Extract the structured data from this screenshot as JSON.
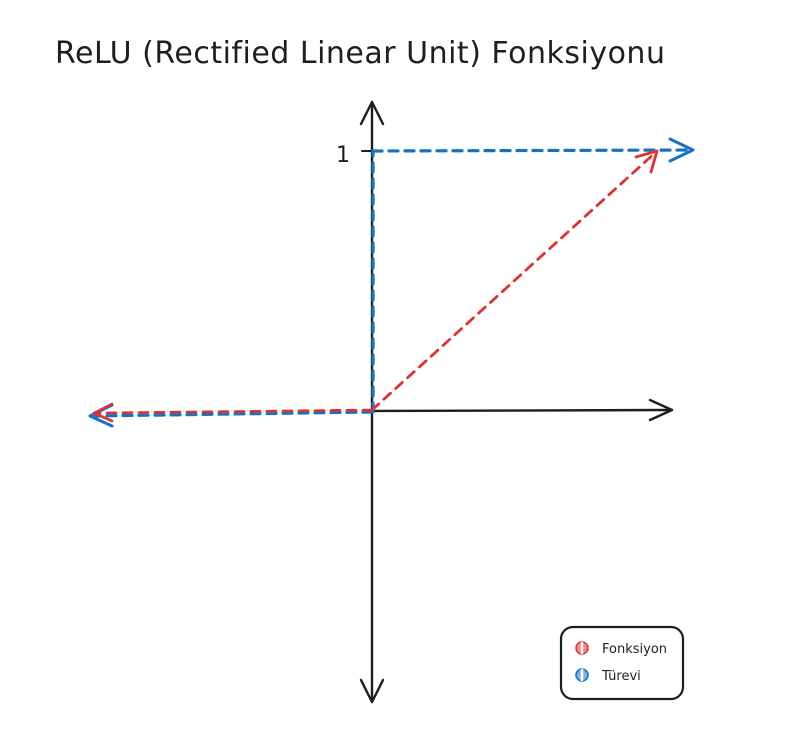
{
  "title": "ReLU (Rectified Linear Unit) Fonksiyonu",
  "y_tick_label": "1",
  "legend": {
    "items": [
      {
        "label": "Fonksiyon",
        "color": "#e03131"
      },
      {
        "label": "Türevi",
        "color": "#1971c2"
      }
    ]
  },
  "colors": {
    "axis": "#1e1e1e",
    "function": "#e03131",
    "derivative": "#1971c2"
  }
}
